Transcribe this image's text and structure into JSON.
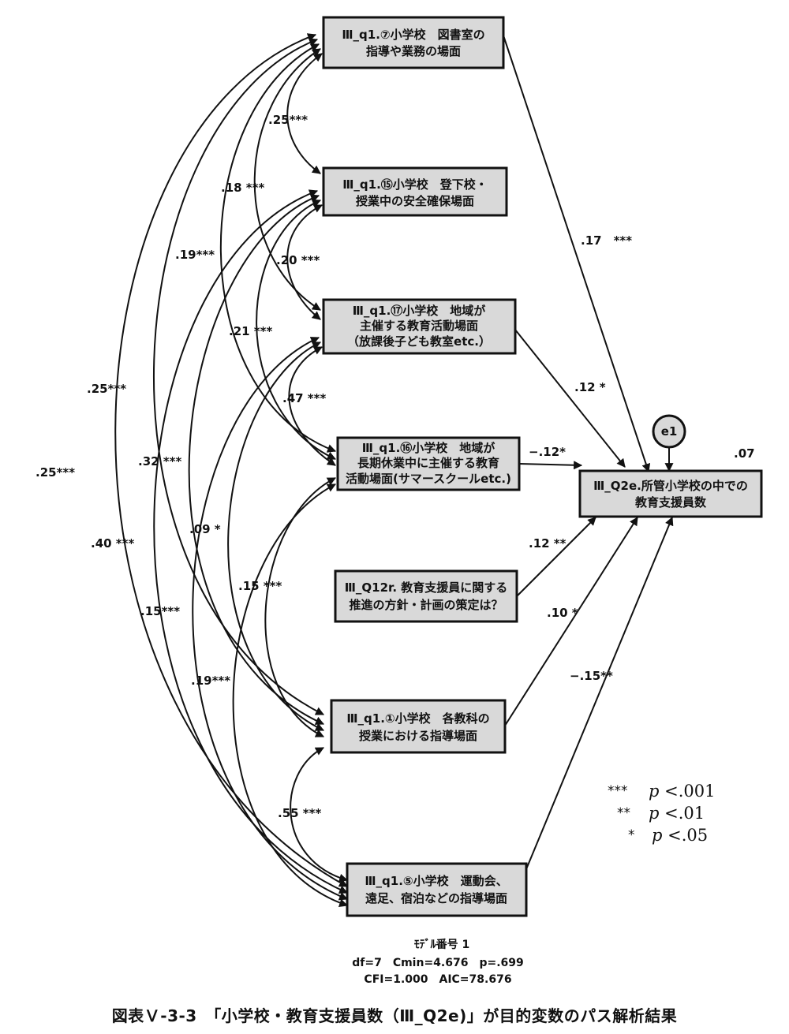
{
  "nodes": {
    "q1_7": {
      "lines": [
        "Ⅲ_q1.⑦小学校　図書室の",
        "指導や業務の場面"
      ]
    },
    "q1_15": {
      "lines": [
        "Ⅲ_q1.⑮小学校　登下校・",
        "授業中の安全確保場面"
      ]
    },
    "q1_17": {
      "lines": [
        "Ⅲ_q1.⑰小学校　地域が",
        "主催する教育活動場面",
        "（放課後子ども教室etc.）"
      ]
    },
    "q1_16": {
      "lines": [
        "Ⅲ_q1.⑯小学校　地域が",
        "長期休業中に主催する教育",
        "活動場面(サマースクールetc.)"
      ]
    },
    "q12r": {
      "lines": [
        "Ⅲ_Q12r. 教育支援員に関する",
        "推進の方針・計画の策定は？"
      ]
    },
    "q1_1": {
      "lines": [
        "Ⅲ_q1.①小学校　各教科の",
        "授業における指導場面"
      ]
    },
    "q1_5": {
      "lines": [
        "Ⅲ_q1.⑤小学校　運動会、",
        "遠足、宿泊などの指導場面"
      ]
    },
    "outcome": {
      "lines": [
        "Ⅲ_Q2e.所管小学校の中での",
        "教育支援員数"
      ]
    },
    "error": {
      "label": "e1"
    }
  },
  "r_squared": ".07",
  "paths": [
    {
      "from": "q1_7",
      "label": ".17　***"
    },
    {
      "from": "q1_17",
      "label": ".12 *"
    },
    {
      "from": "q1_16",
      "label": "−.12*"
    },
    {
      "from": "q12r",
      "label": ".12 **"
    },
    {
      "from": "q1_1",
      "label": ".10 *"
    },
    {
      "from": "q1_5",
      "label": "−.15**"
    }
  ],
  "correlations": [
    {
      "pair": "q1_7–q1_15",
      "label": ".25***"
    },
    {
      "pair": "q1_7–q1_17",
      "label": ".18 ***"
    },
    {
      "pair": "q1_7–q1_16",
      "label": ".19***"
    },
    {
      "pair": "q1_7–q1_1",
      "label": ".25***"
    },
    {
      "pair": "q1_7–q1_5",
      "label": ".25***"
    },
    {
      "pair": "q1_15–q1_17",
      "label": ".20 ***"
    },
    {
      "pair": "q1_15–q1_16",
      "label": ".21 ***"
    },
    {
      "pair": "q1_15–q1_1",
      "label": ".32 ***"
    },
    {
      "pair": "q1_15–q1_5",
      "label": ".40 ***"
    },
    {
      "pair": "q1_17–q1_16",
      "label": ".47 ***"
    },
    {
      "pair": "q1_17–q1_1",
      "label": ".09 *"
    },
    {
      "pair": "q1_17–q1_5",
      "label": ".15***"
    },
    {
      "pair": "q1_16–q1_1",
      "label": ".15 ***"
    },
    {
      "pair": "q1_16–q1_5",
      "label": ".19***"
    },
    {
      "pair": "q1_1–q1_5",
      "label": ".55 ***"
    }
  ],
  "legend": [
    {
      "stars": "***",
      "p_label": "p",
      "threshold": "<.001"
    },
    {
      "stars": "**",
      "p_label": "p",
      "threshold": "<.01"
    },
    {
      "stars": "*",
      "p_label": "p",
      "threshold": "<.05"
    }
  ],
  "model_info": {
    "title": "ﾓﾃﾞﾙ番号 1",
    "line1": "df=7　Cmin=4.676　p=.699",
    "line2": "CFI=1.000　AIC=78.676"
  },
  "caption": "図表Ｖ-3-3　「小学校・教育支援員数（Ⅲ_Q2e)」が目的変数のパス解析結果"
}
